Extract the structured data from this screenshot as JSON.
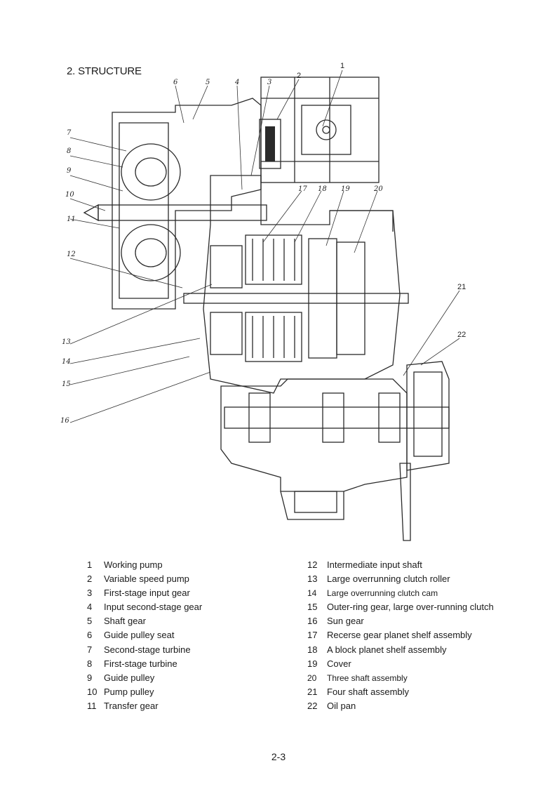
{
  "page": {
    "section_title": "2. STRUCTURE",
    "page_number": "2-3"
  },
  "callouts": [
    "1",
    "2",
    "3",
    "4",
    "5",
    "6",
    "7",
    "8",
    "9",
    "10",
    "11",
    "12",
    "13",
    "14",
    "15",
    "16",
    "17",
    "18",
    "19",
    "20",
    "21",
    "22"
  ],
  "legend": {
    "left": [
      {
        "num": "1",
        "label": "Working pump"
      },
      {
        "num": "2",
        "label": "Variable speed pump"
      },
      {
        "num": "3",
        "label": "First-stage input gear"
      },
      {
        "num": "4",
        "label": "Input second-stage gear"
      },
      {
        "num": "5",
        "label": "Shaft gear"
      },
      {
        "num": "6",
        "label": "Guide pulley seat"
      },
      {
        "num": "7",
        "label": "Second-stage turbine"
      },
      {
        "num": "8",
        "label": "First-stage turbine"
      },
      {
        "num": "9",
        "label": "Guide pulley"
      },
      {
        "num": "10",
        "label": "Pump pulley"
      },
      {
        "num": "11",
        "label": "Transfer gear"
      }
    ],
    "right": [
      {
        "num": "12",
        "label": "Intermediate input shaft"
      },
      {
        "num": "13",
        "label": "Large overrunning clutch roller"
      },
      {
        "num": "14",
        "label": "Large overrunning clutch cam"
      },
      {
        "num": "15",
        "label": "Outer-ring gear, large over-running clutch"
      },
      {
        "num": "16",
        "label": "Sun gear"
      },
      {
        "num": "17",
        "label": "Recerse gear planet shelf assembly"
      },
      {
        "num": "18",
        "label": "A block planet shelf assembly"
      },
      {
        "num": "19",
        "label": "Cover"
      },
      {
        "num": "20",
        "label": "Three shaft assembly"
      },
      {
        "num": "21",
        "label": "Four shaft assembly"
      },
      {
        "num": "22",
        "label": "Oil pan"
      }
    ]
  }
}
